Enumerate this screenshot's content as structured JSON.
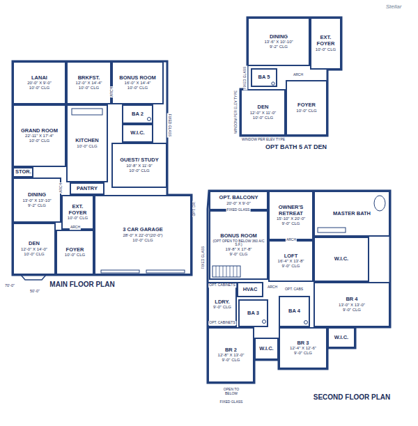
{
  "diagram": {
    "nodes": [
      {
        "text": [
          "LANAI",
          "20'-0\" X 9'-0\"",
          "10'-0\" CLG"
        ]
      },
      {
        "text": [
          "BRKFST.",
          "12'-0\" X 14'-4\"",
          "10'-0\" CLG"
        ]
      },
      {
        "text": [
          "BONUS ROOM",
          "16'-0\" X 14'-4\"",
          "10'-0\" CLG"
        ]
      },
      {
        "text": [
          "GRAND ROOM",
          "22'-11\" X 17'-4\"",
          "10'-0\" CLG"
        ]
      },
      {
        "text": [
          "KITCHEN",
          "10'-0\" CLG"
        ]
      },
      {
        "text": [
          "BA 2"
        ]
      },
      {
        "text": [
          "W.I.C."
        ]
      },
      {
        "text": [
          "GUEST/ STUDY",
          "10'-8\" X 11'-9\"",
          "10'-0\" CLG"
        ]
      },
      {
        "text": [
          "STOR."
        ]
      },
      {
        "text": [
          "PANTRY"
        ]
      },
      {
        "text": [
          "DINING",
          "13'-0\" X 13'-10\"",
          "9'-2\" CLG"
        ]
      },
      {
        "text": [
          "EXT. FOYER",
          "10'-0\" CLG"
        ]
      },
      {
        "text": [
          "3 CAR GARAGE",
          "28'-0\" X 22'-0\"(20'-0\")",
          "10'-0\" CLG"
        ]
      },
      {
        "text": [
          "DEN",
          "12'-0\" X 14'-0\"",
          "10'-0\" CLG"
        ]
      },
      {
        "text": [
          "FOYER",
          "10'-0\" CLG"
        ]
      },
      {
        "text": [
          "DINING",
          "13'-6\" X 10'-10\"",
          "9'-2\" CLG"
        ]
      },
      {
        "text": [
          "EXT. FOYER",
          "10'-0\" CLG"
        ]
      },
      {
        "text": [
          "BA 5"
        ]
      },
      {
        "text": [
          "DEN",
          "12'-0\" X 11'-0\"",
          "10'-0\" CLG"
        ]
      },
      {
        "text": [
          "FOYER",
          "10'-0\" CLG"
        ]
      },
      {
        "text": [
          "OPT. BALCONY",
          "20'-0\" X 9'-0\""
        ]
      },
      {
        "text": [
          "OWNER'S RETREAT",
          "15'-10\" X 20'-0\"",
          "9'-0\" CLG"
        ]
      },
      {
        "text": [
          "MASTER BATH"
        ]
      },
      {
        "text": [
          "BONUS ROOM",
          "(OPT OPEN TO BELOW 360 A/C S.F.)",
          "19'-8\" X 17'-8\"",
          "9'-0\" CLG"
        ]
      },
      {
        "text": [
          "LOFT",
          "16'-4\" X 13'-8\"",
          "9'-0\" CLG"
        ]
      },
      {
        "text": [
          "W.I.C."
        ]
      },
      {
        "text": [
          "HVAC"
        ]
      },
      {
        "text": [
          "LDRY.",
          "9'-0\" CLG"
        ]
      },
      {
        "text": [
          "BA 3"
        ]
      },
      {
        "text": [
          "BA 4"
        ]
      },
      {
        "text": [
          "BR 4",
          "13'-0\" X 13'-0\"",
          "9'-0\" CLG"
        ]
      },
      {
        "text": [
          "BR 3",
          "12'-4\" X 12'-6\"",
          "9'-0\" CLG"
        ]
      },
      {
        "text": [
          "BR 2",
          "12'-8\" X 13'-0\"",
          "9'-0\" CLG"
        ]
      },
      {
        "text": [
          "W.I.C."
        ]
      },
      {
        "text": [
          "W.I.C."
        ]
      }
    ],
    "labels": [
      "MAIN FLOOR PLAN",
      "OPT BATH 5 AT DEN",
      "SECOND FLOOR PLAN",
      "70'-0\"",
      "50'-0\"",
      "ARCH",
      "ARCH",
      "ARCH",
      "FIXED GLASS",
      "OPT. DR.",
      "ARCH",
      "FIXED GLASS",
      "WINDOW PER ELEV TYPE",
      "WINDOW PER ELEV TYPE",
      "FIXED GLASS",
      "ARCH",
      "ARCH",
      "OPT. CABINETS",
      "OPT. CABINETS",
      "OPT. CABS",
      "OPEN TO BELOW",
      "FIXED GLASS",
      "FIXED GLASS",
      "Stellar"
    ]
  }
}
